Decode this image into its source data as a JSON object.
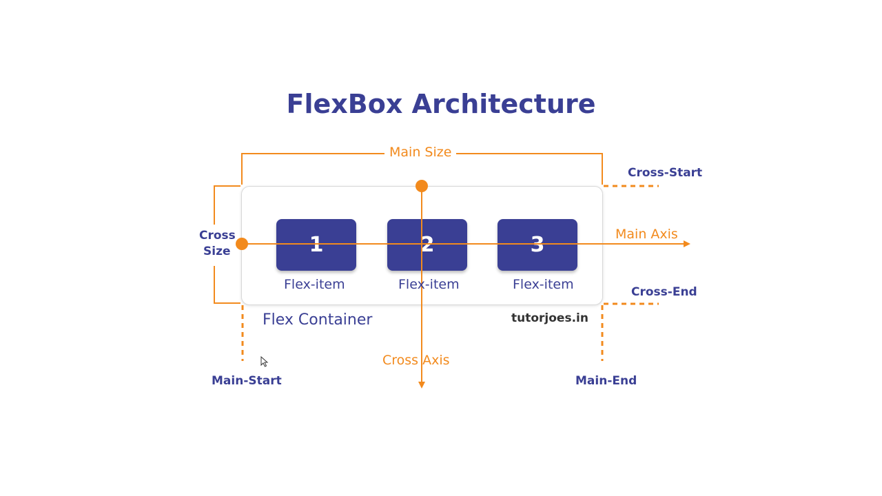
{
  "title": "FlexBox Architecture",
  "labels": {
    "main_size": "Main Size",
    "cross_size_line1": "Cross",
    "cross_size_line2": "Size",
    "main_axis": "Main Axis",
    "cross_axis": "Cross  Axis",
    "cross_start": "Cross-Start",
    "cross_end": "Cross-End",
    "main_start": "Main-Start",
    "main_end": "Main-End",
    "flex_container": "Flex Container"
  },
  "items": [
    {
      "number": "1",
      "caption": "Flex-item"
    },
    {
      "number": "2",
      "caption": "Flex-item"
    },
    {
      "number": "3",
      "caption": "Flex-item"
    }
  ],
  "brand": "tutorjoes.in",
  "colors": {
    "navy": "#3a3f94",
    "orange": "#f28a1d"
  },
  "icons": [
    "cursor-arrow-icon"
  ]
}
